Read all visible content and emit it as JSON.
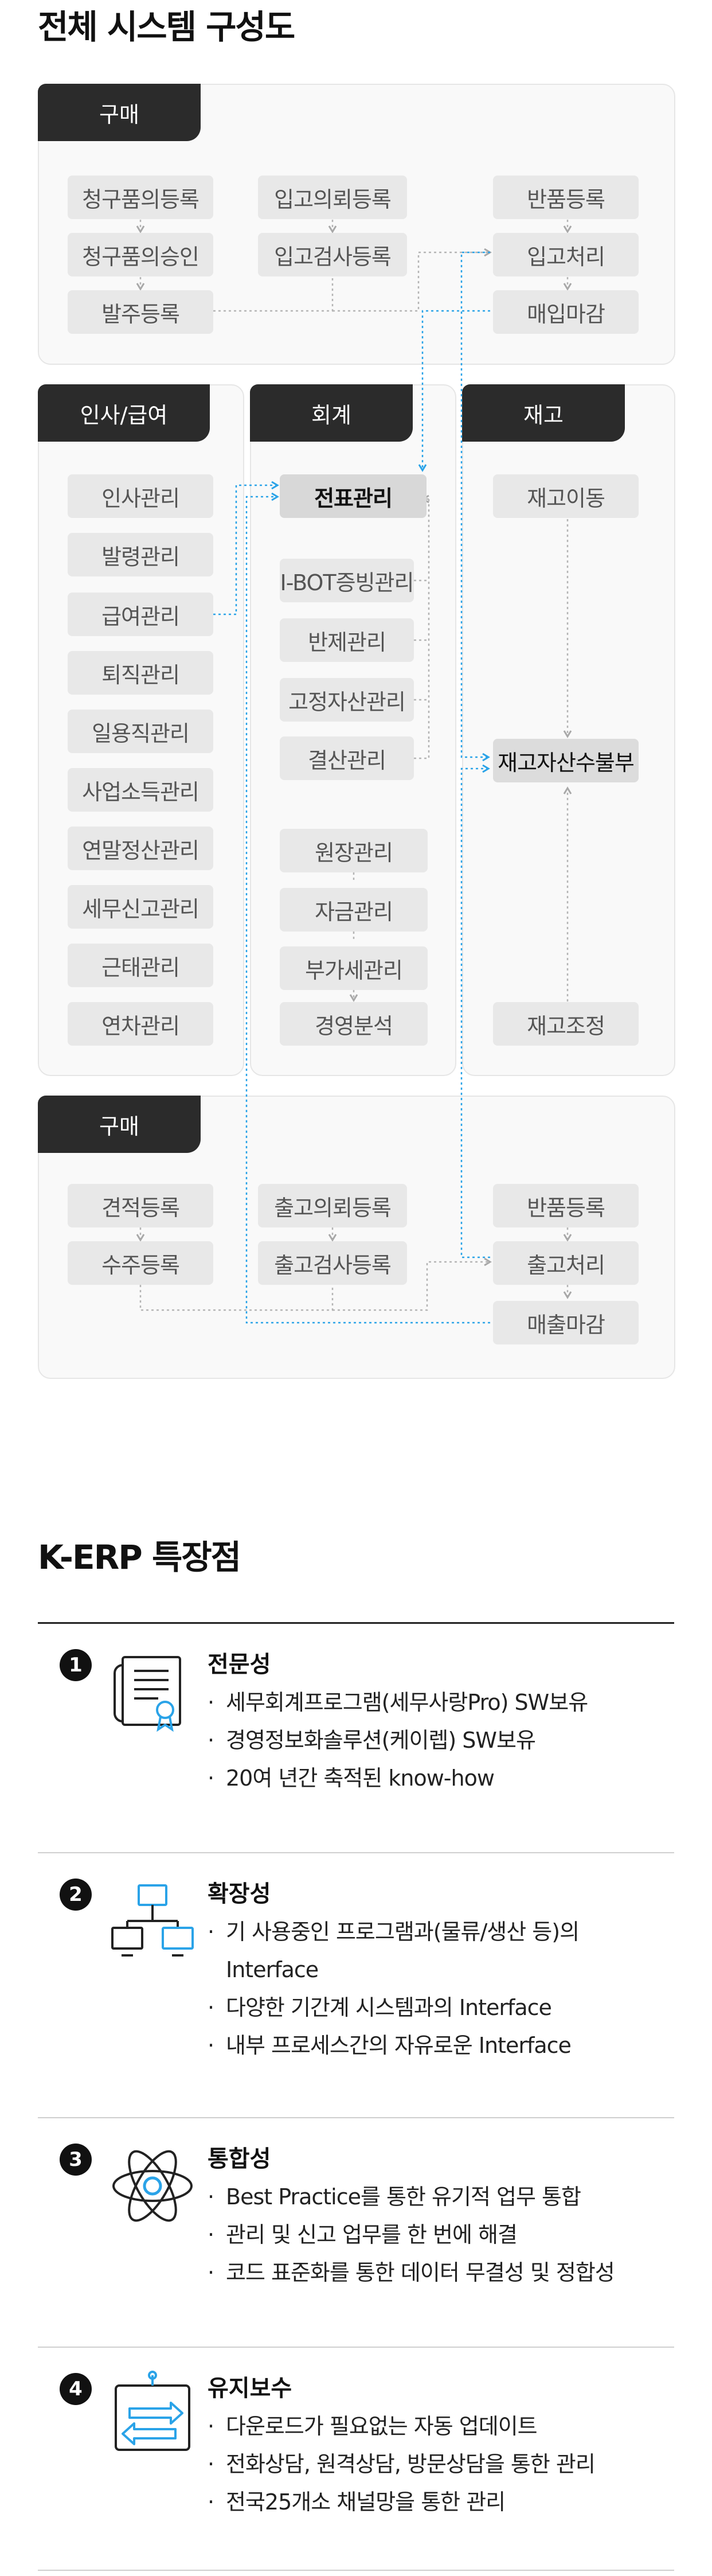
{
  "diagram_title": "전체 시스템 구성도",
  "purchase_top": {
    "tab": "구매",
    "col1": [
      "청구품의등록",
      "청구품의승인",
      "발주등록"
    ],
    "col2": [
      "입고의뢰등록",
      "입고검사등록"
    ],
    "col3": [
      "반품등록",
      "입고처리",
      "매입마감"
    ]
  },
  "hr": {
    "tab": "인사/급여",
    "items": [
      "인사관리",
      "발령관리",
      "급여관리",
      "퇴직관리",
      "일용직관리",
      "사업소득관리",
      "연말정산관리",
      "세무신고관리",
      "근태관리",
      "연차관리"
    ]
  },
  "accounting": {
    "tab": "회계",
    "items": [
      "전표관리",
      "I-BOT증빙관리",
      "반제관리",
      "고정자산관리",
      "결산관리",
      "원장관리",
      "자금관리",
      "부가세관리",
      "경영분석"
    ]
  },
  "inventory": {
    "tab": "재고",
    "items": [
      "재고이동",
      "재고자산수불부",
      "재고조정"
    ]
  },
  "purchase_bottom": {
    "tab": "구매",
    "col1": [
      "견적등록",
      "수주등록"
    ],
    "col2": [
      "출고의뢰등록",
      "출고검사등록"
    ],
    "col3": [
      "반품등록",
      "출고처리",
      "매출마감"
    ]
  },
  "features_title": "K-ERP 특장점",
  "features": [
    {
      "num": "1",
      "icon": "certificate-document-icon",
      "title": "전문성",
      "items": [
        "세무회계프로그램(세무사랑Pro) SW보유",
        "경영정보화솔루션(케이렙) SW보유",
        "20여 년간 축적된 know-how"
      ]
    },
    {
      "num": "2",
      "icon": "network-computers-icon",
      "title": "확장성",
      "items": [
        "기 사용중인 프로그램과(물류/생산 등)의",
        "다양한 기간계 시스템과의 Interface",
        "내부 프로세스간의 자유로운 Interface"
      ],
      "continuation": "Interface"
    },
    {
      "num": "3",
      "icon": "atom-icon",
      "title": "통합성",
      "items": [
        "Best Practice를 통한 유기적 업무 통합",
        "관리 및 신고 업무를 한 번에 해결",
        "코드 표준화를 통한 데이터 무결성 및 정합성"
      ]
    },
    {
      "num": "4",
      "icon": "auto-update-icon",
      "title": "유지보수",
      "items": [
        "다운로드가 필요없는 자동 업데이트",
        "전화상담, 원격상담, 방문상담을 통한 관리",
        "전국25개소 채널망을 통한 관리"
      ]
    }
  ],
  "colors": {
    "tab_bg": "#2b2b2b",
    "box_bg": "#e8e8e8",
    "panel_bg": "#f9f9f9",
    "accent_blue": "#2aa3e8",
    "connector_gray": "#b5b5b5"
  }
}
